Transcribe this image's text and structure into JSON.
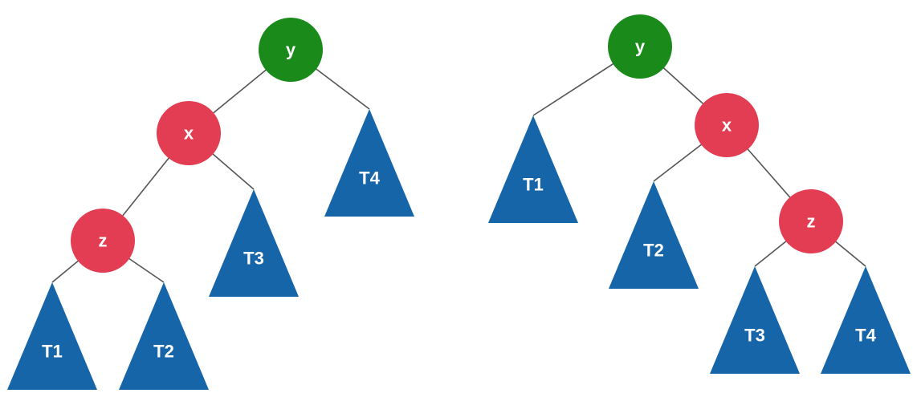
{
  "colors": {
    "black_node": "#1a8a1a",
    "red_node": "#e23d52",
    "subtree": "#1565a8",
    "edge": "#555555"
  },
  "trees": [
    {
      "nodes": {
        "y": {
          "label": "y",
          "color": "black_node"
        },
        "x": {
          "label": "x",
          "color": "red_node"
        },
        "z": {
          "label": "z",
          "color": "red_node"
        }
      },
      "subtrees": {
        "T1": {
          "label": "T1"
        },
        "T2": {
          "label": "T2"
        },
        "T3": {
          "label": "T3"
        },
        "T4": {
          "label": "T4"
        }
      },
      "edges": [
        [
          "y",
          "x"
        ],
        [
          "y",
          "T4"
        ],
        [
          "x",
          "z"
        ],
        [
          "x",
          "T3"
        ],
        [
          "z",
          "T1"
        ],
        [
          "z",
          "T2"
        ]
      ]
    },
    {
      "nodes": {
        "y": {
          "label": "y",
          "color": "black_node"
        },
        "x": {
          "label": "x",
          "color": "red_node"
        },
        "z": {
          "label": "z",
          "color": "red_node"
        }
      },
      "subtrees": {
        "T1": {
          "label": "T1"
        },
        "T2": {
          "label": "T2"
        },
        "T3": {
          "label": "T3"
        },
        "T4": {
          "label": "T4"
        }
      },
      "edges": [
        [
          "y",
          "T1"
        ],
        [
          "y",
          "x"
        ],
        [
          "x",
          "T2"
        ],
        [
          "x",
          "z"
        ],
        [
          "z",
          "T3"
        ],
        [
          "z",
          "T4"
        ]
      ]
    }
  ]
}
